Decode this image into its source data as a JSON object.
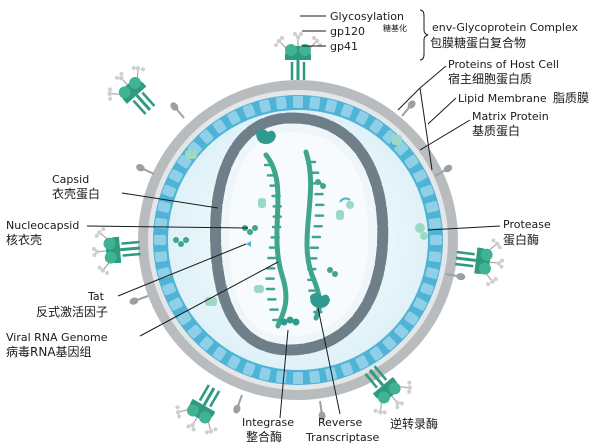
{
  "labels": {
    "glycosylation_en": "Glycosylation",
    "glycosylation_zh": "糖基化",
    "gp120": "gp120",
    "gp41": "gp41",
    "env_en": "env-Glycoprotein Complex",
    "env_zh": "包膜糖蛋白复合物",
    "host_en": "Proteins of Host Cell",
    "host_zh": "宿主细胞蛋白质",
    "lipid_en": "Lipid Membrane",
    "lipid_zh": "脂质膜",
    "matrix_en": "Matrix Protein",
    "matrix_zh": "基质蛋白",
    "capsid_en": "Capsid",
    "capsid_zh": "衣壳蛋白",
    "nucleocapsid_en": "Nucleocapsid",
    "nucleocapsid_zh": "核衣壳",
    "protease_en": "Protease",
    "protease_zh": "蛋白酶",
    "tat_en": "Tat",
    "tat_zh": "反式激活因子",
    "rna_en": "Viral RNA Genome",
    "rna_zh": "病毒RNA基因组",
    "integrase_en": "Integrase",
    "integrase_zh": "整合酶",
    "reverse_en": "Reverse",
    "transcriptase_en": "Transcriptase",
    "rt_zh": "逆转录酶"
  },
  "colors": {
    "lipid_membrane": "#b9bcbf",
    "matrix": "#4fb3d6",
    "interior": "#e9f6fb",
    "capsid": "#6f7f8a",
    "rna": "#3fa58c",
    "glycoprotein": "#2e9a7e"
  }
}
